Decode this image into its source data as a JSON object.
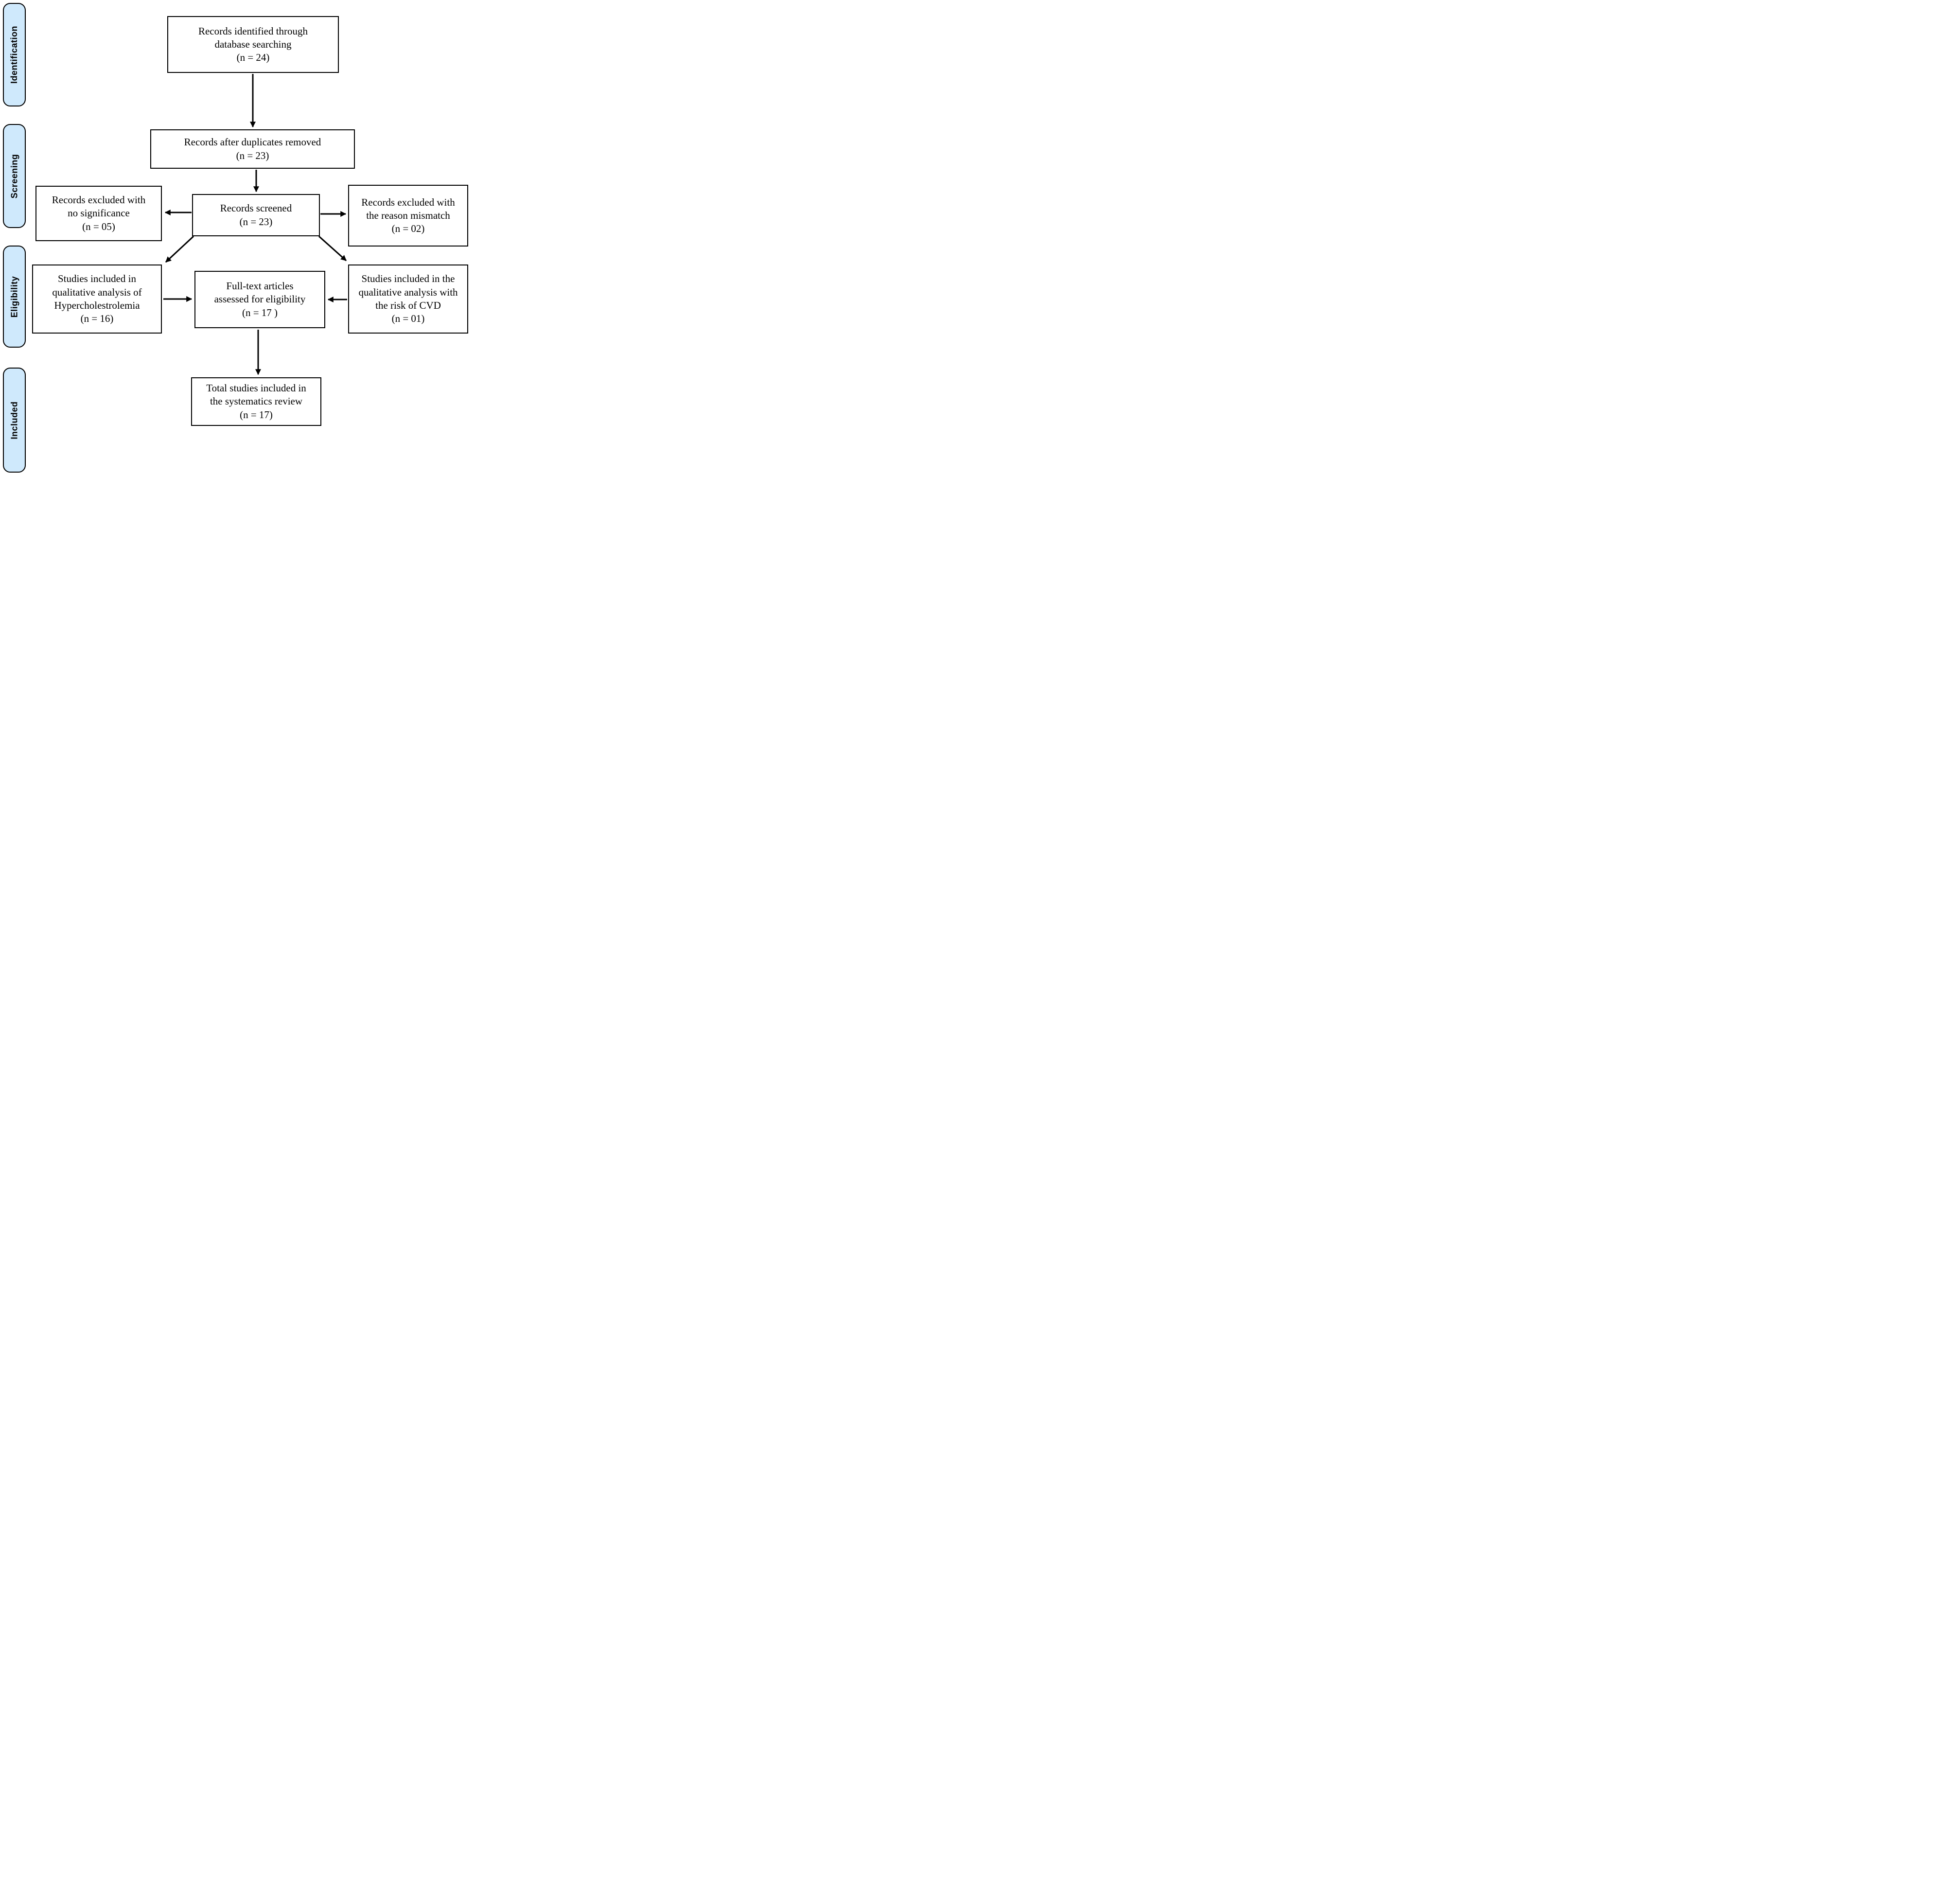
{
  "stages": [
    {
      "label": "Identification"
    },
    {
      "label": "Screening"
    },
    {
      "label": "Eligibility"
    },
    {
      "label": "Included"
    }
  ],
  "boxes": {
    "identified": {
      "lines": [
        "Records identified through",
        "database searching",
        "(n = 24)"
      ]
    },
    "duplicates_removed": {
      "lines": [
        "Records after duplicates removed",
        "(n = 23)"
      ]
    },
    "screened": {
      "lines": [
        "Records screened",
        "(n = 23)"
      ]
    },
    "excluded_no_significance": {
      "lines": [
        "Records excluded with",
        "no significance",
        "(n = 05)"
      ]
    },
    "excluded_reason_mismatch": {
      "lines": [
        "Records excluded with",
        "the reason mismatch",
        "(n = 02)"
      ]
    },
    "qualitative_hypercholestrolemia": {
      "lines": [
        "Studies included in",
        "qualitative analysis of",
        "Hypercholestrolemia",
        "(n = 16)"
      ]
    },
    "fulltext_assessed": {
      "lines": [
        "Full-text articles",
        "assessed for eligibility",
        "(n = 17 )"
      ]
    },
    "qualitative_cvd": {
      "lines": [
        "Studies included in the",
        "qualitative analysis with",
        "the risk of CVD",
        "(n = 01)"
      ]
    },
    "total_included": {
      "lines": [
        "Total studies included in",
        "the systematics review",
        "(n = 17)"
      ]
    }
  },
  "colors": {
    "stage_fill": "#cfe9fc",
    "stage_border": "#000000",
    "box_border": "#000000",
    "arrow": "#000000"
  }
}
